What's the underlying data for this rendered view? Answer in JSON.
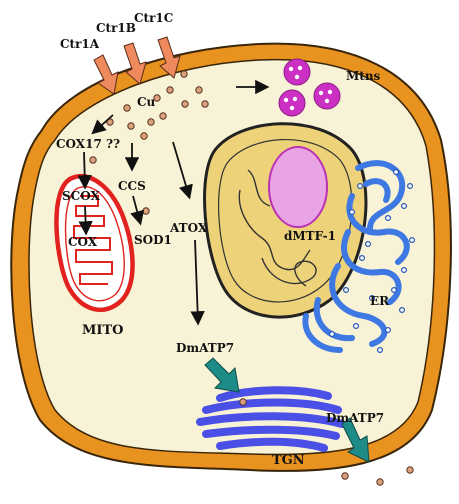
{
  "labels": {
    "ctr1a": "Ctr1A",
    "ctr1b": "Ctr1B",
    "ctr1c": "Ctr1C",
    "cu": "Cu",
    "mtns": "Mtns",
    "cox17": "COX17 ??",
    "scox": "SCOX",
    "cox": "COX",
    "ccs": "CCS",
    "sod1": "SOD1",
    "atox": "ATOX",
    "dmtf1": "dMTF-1",
    "er": "ER",
    "mito": "MITO",
    "dmatp7_a": "DmATP7",
    "dmatp7_b": "DmATP7",
    "tgn": "TGN"
  },
  "colors": {
    "membrane": "#E8921F",
    "membrane_edge": "#3a2508",
    "cytoplasm": "#F8F2D6",
    "transporter": "#EE8A5E",
    "copper": "#D9A07C",
    "metallothionein": "#CC2FC4",
    "nucleus": "#EDD27A",
    "nucleolus": "#E9A4E6",
    "mito_outer": "#E2221F",
    "er": "#3E78E2",
    "golgi": "#4A4FE6",
    "exporter": "#1E8C86"
  }
}
